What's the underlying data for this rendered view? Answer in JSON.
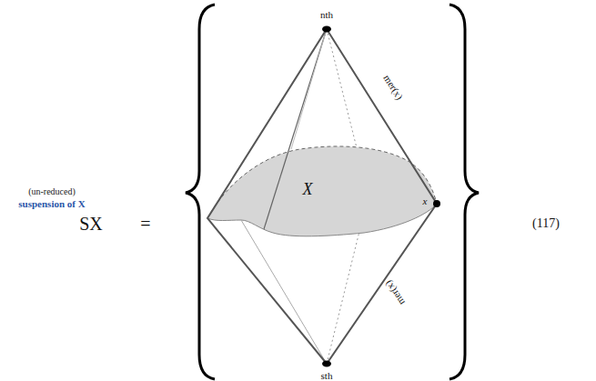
{
  "diagram": {
    "labels": [
      "(un-reduced)",
      "suspension of X",
      "SX",
      "=",
      "nth",
      "X",
      "x",
      "mer(x)",
      "mer(x)",
      "sth",
      "(117)"
    ]
  }
}
